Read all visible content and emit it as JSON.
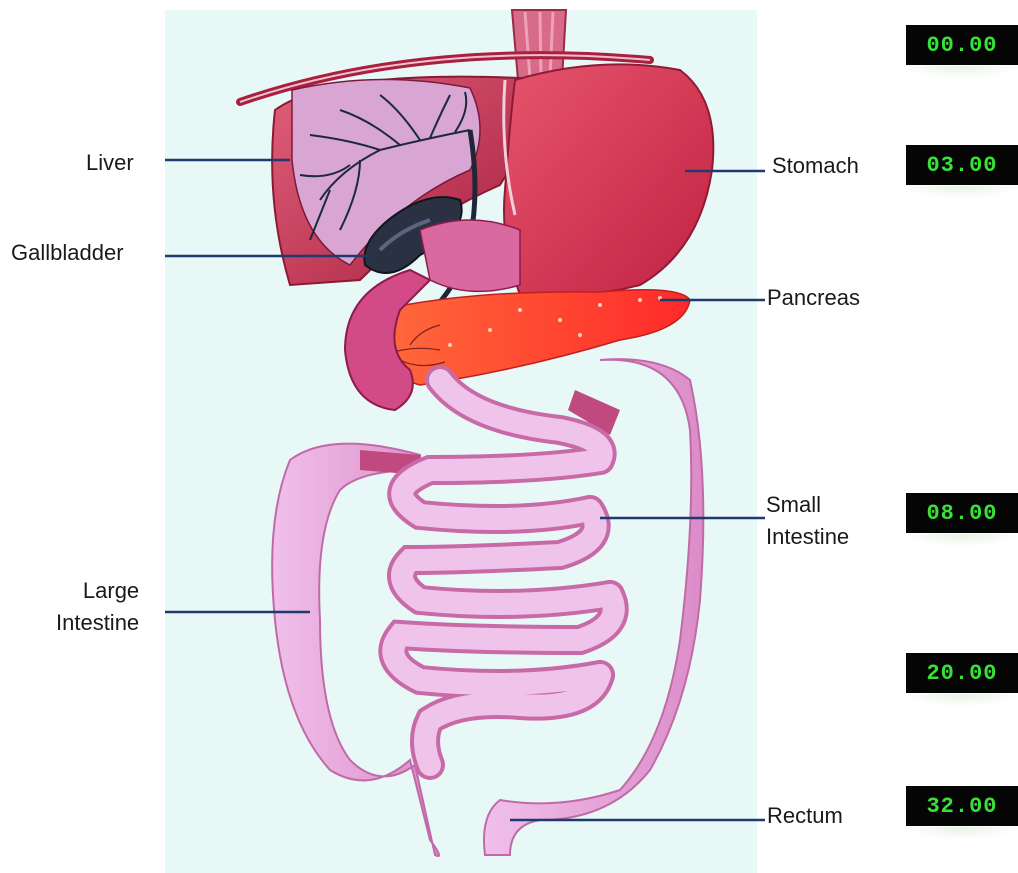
{
  "colors": {
    "background_panel": "#e8f8f6",
    "leader_line": "#1e3a6e",
    "timer_bg": "#050505",
    "timer_text": "#38e038",
    "liver": "#c0304a",
    "liver_inner": "#d79ac8",
    "stomach": "#d9334f",
    "pancreas": "#ff3a2e",
    "gallbladder": "#2a3142",
    "intestine": "#e6a2d8",
    "intestine_shade": "#d86aa4"
  },
  "labels": {
    "liver": "Liver",
    "gallbladder": "Gallbladder",
    "stomach": "Stomach",
    "pancreas": "Pancreas",
    "small_intestine_line1": "Small",
    "small_intestine_line2": "Intestine",
    "large_intestine_line1": "Large",
    "large_intestine_line2": "Intestine",
    "rectum": "Rectum"
  },
  "timers": [
    "00.00",
    "03.00",
    "08.00",
    "20.00",
    "32.00"
  ]
}
